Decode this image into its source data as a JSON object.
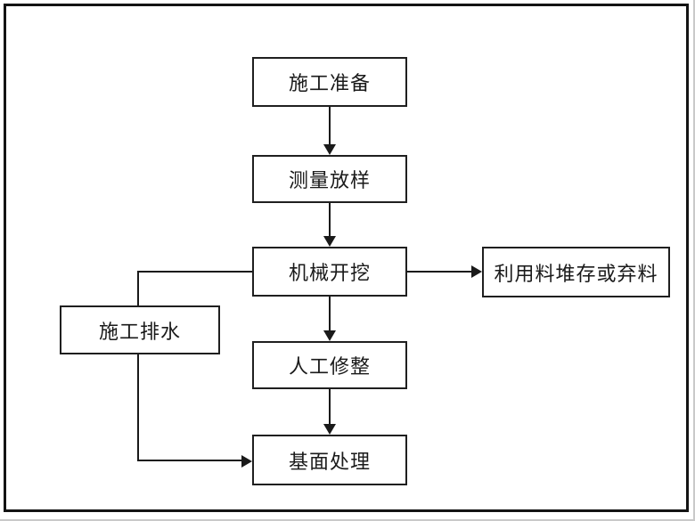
{
  "diagram": {
    "title": "construction-excavation-flowchart",
    "nodes": {
      "prepare": {
        "label": "施工准备"
      },
      "survey": {
        "label": "测量放样"
      },
      "excavate": {
        "label": "机械开挖"
      },
      "stockpile": {
        "label": "利用料堆存或弃料"
      },
      "drainage": {
        "label": "施工排水"
      },
      "trim": {
        "label": "人工修整"
      },
      "base": {
        "label": "基面处理"
      }
    },
    "edges": [
      {
        "from": "prepare",
        "to": "survey"
      },
      {
        "from": "survey",
        "to": "excavate"
      },
      {
        "from": "excavate",
        "to": "stockpile"
      },
      {
        "from": "excavate",
        "to": "trim"
      },
      {
        "from": "trim",
        "to": "base"
      },
      {
        "from": "excavate",
        "to": "base",
        "via": "drainage"
      }
    ],
    "colors": {
      "line": "#1a1a1a",
      "box_border": "#1f1f1f",
      "frame": "#131313",
      "background": "#ffffff"
    }
  }
}
